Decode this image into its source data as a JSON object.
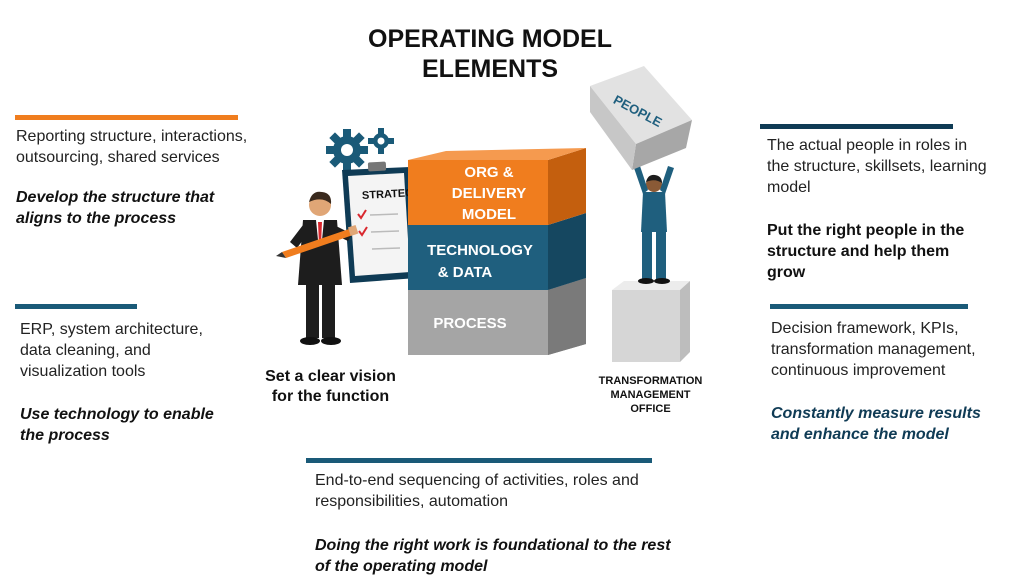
{
  "title_line1": "OPERATING MODEL",
  "title_line2": "ELEMENTS",
  "top_left": {
    "desc_line1": "Reporting structure, interactions,",
    "desc_line2": "outsourcing, shared services",
    "emph_line1": "Develop the structure that",
    "emph_line2": "aligns to the process"
  },
  "mid_left": {
    "desc_line1": "ERP, system architecture,",
    "desc_line2": "data cleaning, and",
    "desc_line3": "visualization tools",
    "emph_line1": "Use technology to enable",
    "emph_line2": "the process"
  },
  "top_right": {
    "desc_line1": "The actual people in roles in",
    "desc_line2": "the structure, skillsets, learning",
    "desc_line3": "model",
    "bold_line1": "Put the right people in the",
    "bold_line2": "structure and help them",
    "bold_line3": "grow"
  },
  "mid_right": {
    "desc_line1": "Decision framework, KPIs,",
    "desc_line2": "transformation management,",
    "desc_line3": "continuous improvement",
    "emph_line1": "Constantly measure results",
    "emph_line2": "and enhance the model"
  },
  "bottom": {
    "desc_line1": "End-to-end sequencing of activities, roles and",
    "desc_line2": "responsibilities, automation",
    "emph_line1": "Doing the right work is foundational to the rest",
    "emph_line2": "of the operating model"
  },
  "vision_caption": {
    "line1": "Set a clear vision",
    "line2": "for the function"
  },
  "tmo_caption": {
    "line1": "TRANSFORMATION",
    "line2": "MANAGEMENT",
    "line3": "OFFICE"
  },
  "blocks": {
    "org_line1": "ORG &",
    "org_line2": "DELIVERY",
    "org_line3": "MODEL",
    "tech_line1": "TECHNOLOGY",
    "tech_line2": "& DATA",
    "process": "PROCESS"
  },
  "clipboard_label": "STRATEGY",
  "cube_label": "PEOPLE",
  "colors": {
    "orange": "#f07d1e",
    "teal": "#1a5a78",
    "navy": "#0f3b55",
    "gray": "#9a9a9a"
  }
}
